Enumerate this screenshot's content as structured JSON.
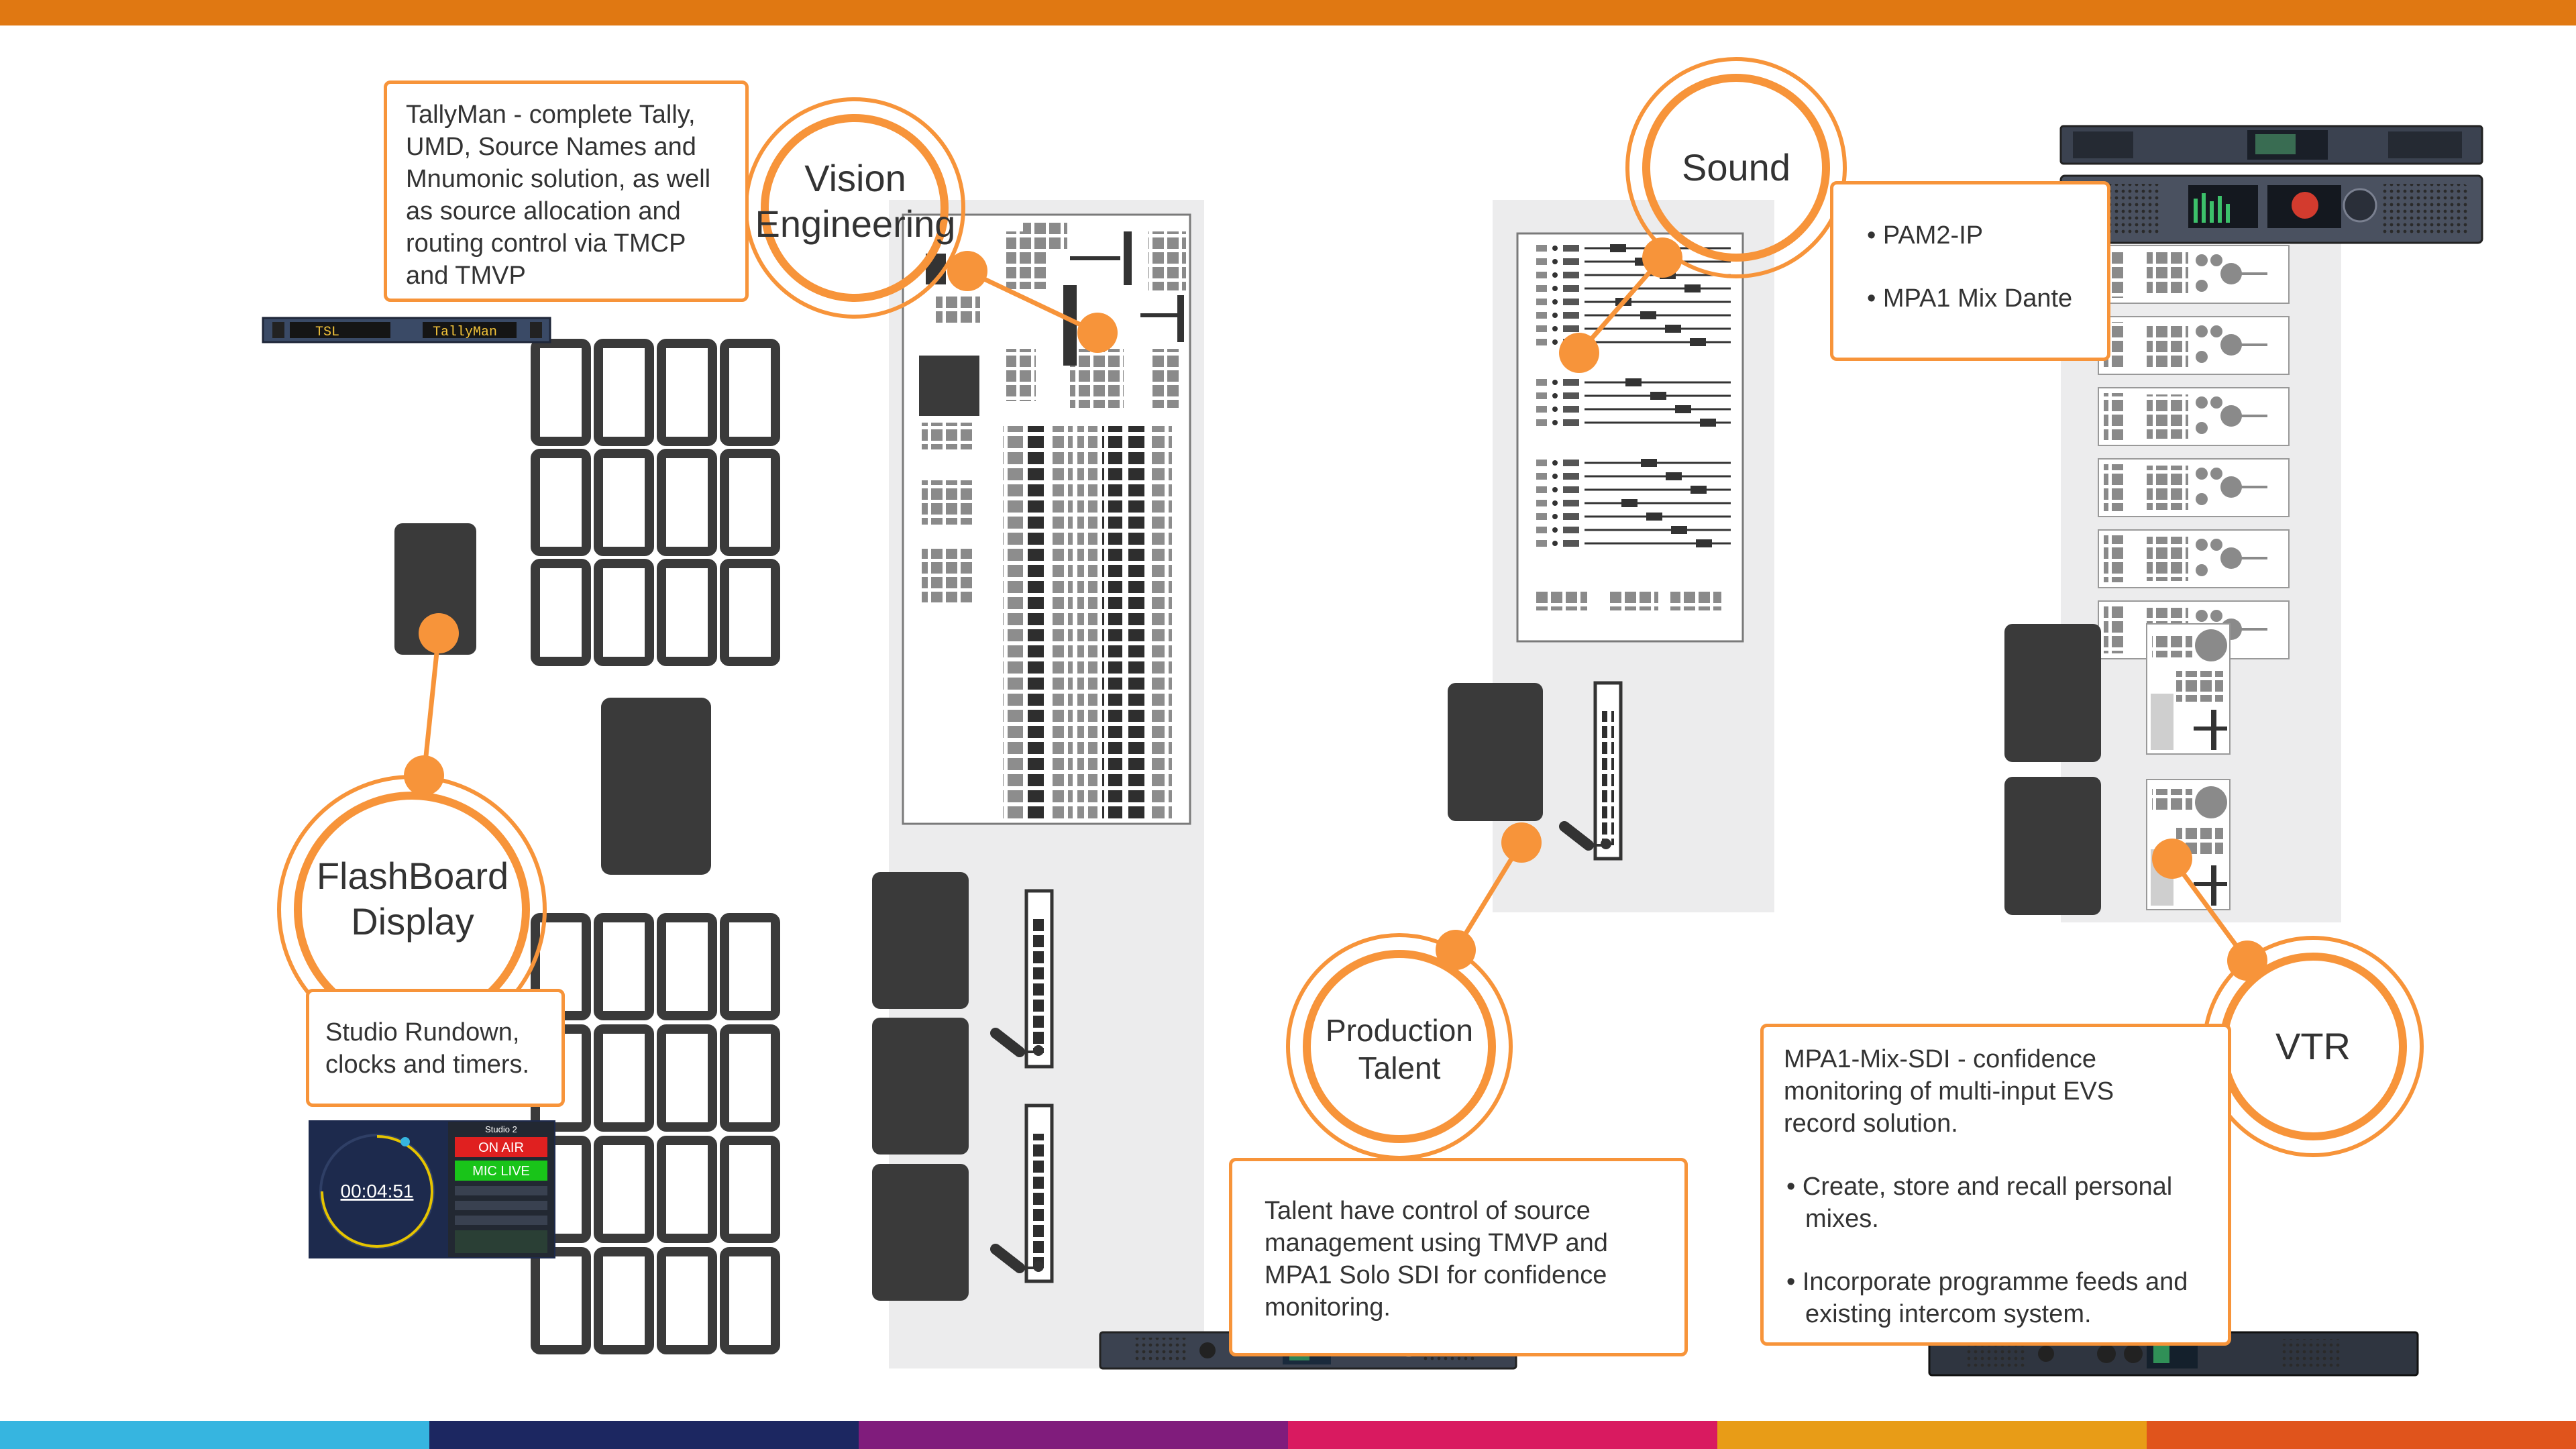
{
  "colors": {
    "top_bar": "#e07812",
    "accent": "#f7943a",
    "dark_panel": "#3a3a3a",
    "grey_area": "#ececed",
    "text": "#333333",
    "bottom_segments": [
      "#36b5e0",
      "#1c2761",
      "#801c7c",
      "#d91a60",
      "#e89c17",
      "#e0541c"
    ]
  },
  "labels": {
    "vision": [
      "Vision",
      "Engineering"
    ],
    "sound": "Sound",
    "flashboard": [
      "FlashBoard",
      "Display"
    ],
    "production": [
      "Production",
      "Talent"
    ],
    "vtr": "VTR"
  },
  "callouts": {
    "tallyman": [
      "TallyMan - complete Tally,",
      "UMD, Source Names and",
      "Mnumonic solution, as well",
      "as source allocation and",
      "routing control via TMCP",
      "and TMVP"
    ],
    "sound_items": [
      "PAM2-IP",
      "MPA1 Mix Dante"
    ],
    "flashboard": [
      "Studio Rundown,",
      "clocks and timers."
    ],
    "talent": [
      "Talent have control of source",
      "management using TMVP and",
      "MPA1 Solo SDI for confidence",
      "monitoring."
    ],
    "vtr_intro": [
      "MPA1-Mix-SDI - confidence",
      "monitoring of multi-input EVS",
      "record solution."
    ],
    "vtr_bullets": [
      [
        "Create, store and recall personal",
        "mixes."
      ],
      [
        "Incorporate programme feeds and",
        "existing intercom system."
      ]
    ]
  },
  "devices": {
    "tallyman_unit": {
      "left": "TSL",
      "right": "TallyMan"
    },
    "flashboard_screen": {
      "clock": "00:04:51",
      "studio": "Studio 2",
      "on_air": "ON AIR",
      "mic_live": "MIC LIVE"
    }
  }
}
